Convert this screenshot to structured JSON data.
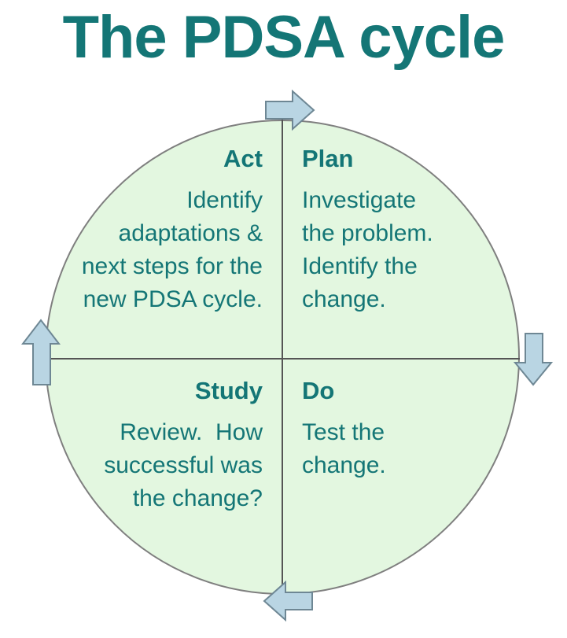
{
  "title": "The PDSA cycle",
  "colors": {
    "background": "#ffffff",
    "title_text": "#147676",
    "quadrant_text": "#147676",
    "circle_fill": "#e3f7e0",
    "circle_border": "#7f7f7f",
    "line_color": "#555555",
    "arrow_fill": "#b9d5e3",
    "arrow_border": "#6e8794"
  },
  "quadrants": [
    {
      "id": "act",
      "heading": "Act",
      "body": "Identify\nadaptations &\nnext steps for the\nnew PDSA cycle."
    },
    {
      "id": "plan",
      "heading": "Plan",
      "body": "Investigate\nthe problem.\nIdentify the\nchange."
    },
    {
      "id": "study",
      "heading": "Study",
      "body": "Review.  How\nsuccessful was\nthe change?"
    },
    {
      "id": "do",
      "heading": "Do",
      "body": "Test the\nchange."
    }
  ],
  "arrows": [
    {
      "position": "top",
      "icon": "arrow-right-icon",
      "direction": "right"
    },
    {
      "position": "right",
      "icon": "arrow-down-icon",
      "direction": "down"
    },
    {
      "position": "bottom",
      "icon": "arrow-left-icon",
      "direction": "left"
    },
    {
      "position": "left",
      "icon": "arrow-up-icon",
      "direction": "up"
    }
  ]
}
